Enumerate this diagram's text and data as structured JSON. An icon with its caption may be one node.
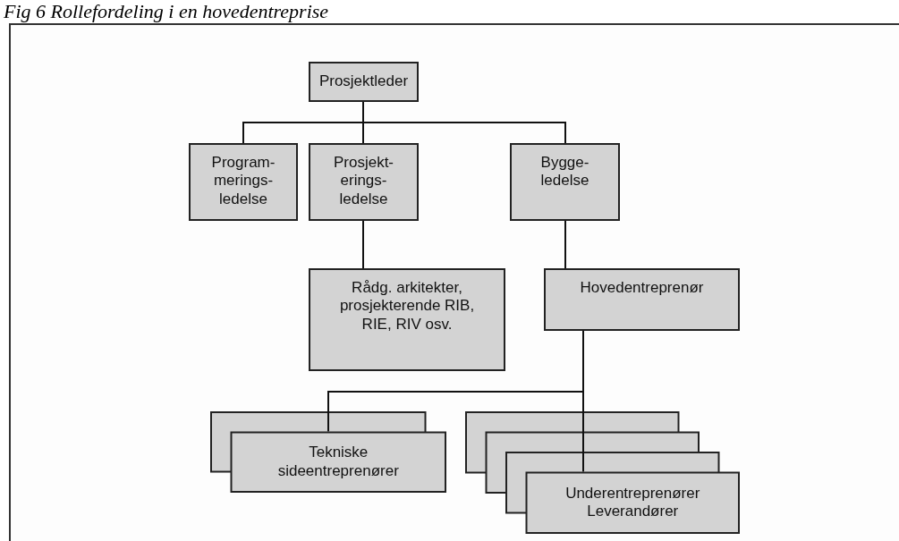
{
  "diagram": {
    "title": "Fig 6 Rollefordeling i en hovedentreprise",
    "nodes": [
      {
        "text": [
          "Prosjektleder"
        ]
      },
      {
        "text": [
          "Program- merings- ledelse"
        ]
      },
      {
        "text": [
          "Prosjekt- erings- ledelse"
        ]
      },
      {
        "text": [
          "Bygge- ledelse"
        ]
      },
      {
        "text": [
          "Rådg. arkitekter, prosjekterende RIB, RIE, RIV osv."
        ]
      },
      {
        "text": [
          "Hovedentreprenør"
        ]
      },
      {
        "text": [
          "Tekniske sideentreprenører"
        ]
      },
      {
        "text": [
          "Underentreprenører Leverandører"
        ]
      }
    ],
    "edges": [
      {
        "from": 0,
        "to": 1,
        "arrow": "none"
      },
      {
        "from": 0,
        "to": 2,
        "arrow": "none"
      },
      {
        "from": 0,
        "to": 3,
        "arrow": "none"
      },
      {
        "from": 2,
        "to": 4,
        "arrow": "none"
      },
      {
        "from": 3,
        "to": 5,
        "arrow": "none"
      },
      {
        "from": 5,
        "to": 6,
        "arrow": "none"
      },
      {
        "from": 5,
        "to": 7,
        "arrow": "none"
      }
    ]
  }
}
